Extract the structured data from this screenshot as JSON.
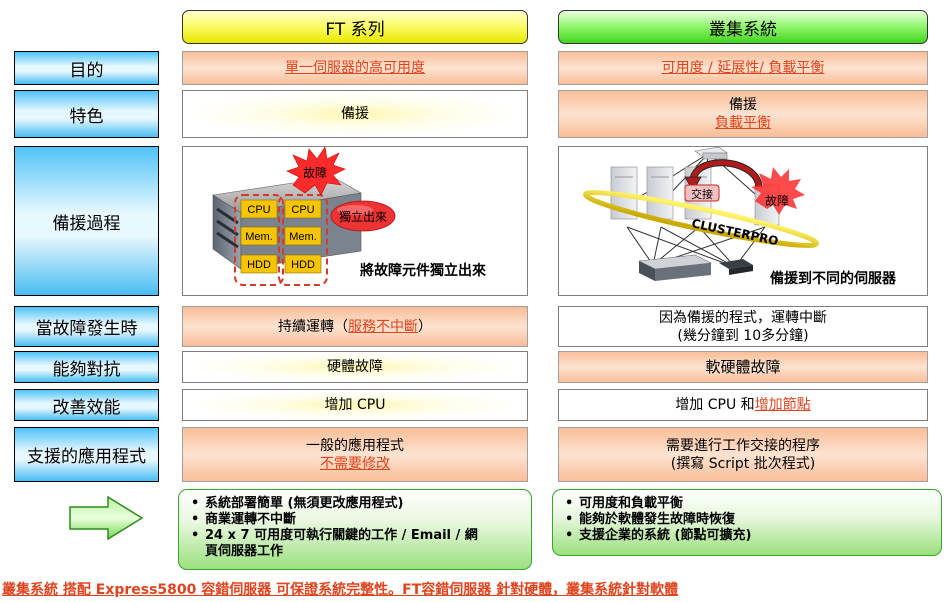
{
  "headers": {
    "ft": "FT 系列",
    "cluster": "叢集系統"
  },
  "rows": {
    "purpose": {
      "label": "目的",
      "ft": "單一伺服器的高可用度",
      "cluster": "可用度 / 延展性/ 負載平衡"
    },
    "feature": {
      "label": "特色",
      "ft": "備援",
      "cluster_1": "備援",
      "cluster_2": "負載平衡"
    },
    "process": {
      "label": "備援過程"
    },
    "fault": {
      "label": "當故障發生時",
      "ft_prefix": "持續運轉（",
      "ft_red": "服務不中斷",
      "ft_suffix": "）",
      "cluster_1": "因為備援的程式，運轉中斷",
      "cluster_2": "(幾分鐘到 10多分鐘)"
    },
    "resist": {
      "label": "能夠對抗",
      "ft": "硬體故障",
      "cluster": "軟硬體故障"
    },
    "improve": {
      "label": "改善效能",
      "ft": "增加 CPU",
      "cluster_prefix": "增加 CPU 和",
      "cluster_red": "增加節點"
    },
    "apps": {
      "label": "支援的應用程式",
      "ft_1": "一般的應用程式",
      "ft_2": "不需要修改",
      "cluster_1": "需要進行工作交接的程序",
      "cluster_2": "(撰寫 Script 批次程式)"
    }
  },
  "ft_diagram": {
    "fault_burst": "故障",
    "isolate_bubble": "獨立出來",
    "modules": [
      "CPU",
      "CPU",
      "Mem.",
      "Mem.",
      "HDD",
      "HDD"
    ],
    "caption": "將故障元件獨立出來"
  },
  "cluster_diagram": {
    "clusterpro": "CLUSTERPRO",
    "takeover": "交接",
    "fault": "故障",
    "caption": "備援到不同的伺服器"
  },
  "summary_ft": [
    "系統部署簡單 (無須更改應用程式)",
    "商業運轉不中斷",
    "24 x 7 可用度可執行關鍵的工作 / Email / 網",
    "頁伺服器工作"
  ],
  "summary_cluster": [
    "可用度和負載平衡",
    "能夠於軟體發生故障時恢復",
    "支援企業的系統  (節點可擴充)"
  ],
  "footer": "叢集系統 搭配 Express5800 容錯伺服器 可保證系統完整性。FT容錯伺服器 針對硬體，叢集系統針對軟體",
  "colors": {
    "accent_red": "#e0441e",
    "green_border": "#3aa42d",
    "header_yellow": "#f2f22b",
    "header_green": "#5ce13b"
  }
}
